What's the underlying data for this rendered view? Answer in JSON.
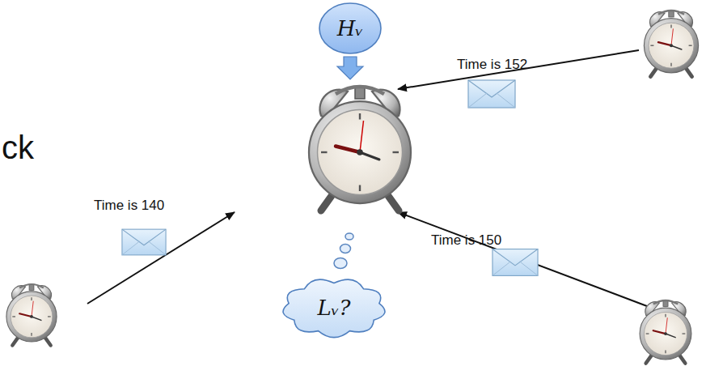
{
  "diagram": {
    "nodes": [
      {
        "text": [
          "Hᵥ"
        ]
      },
      {
        "text": [
          "Lᵥ?"
        ]
      }
    ],
    "labels": [
      "ck",
      "Time is 152",
      "Time is 140",
      "Time is 150"
    ]
  }
}
